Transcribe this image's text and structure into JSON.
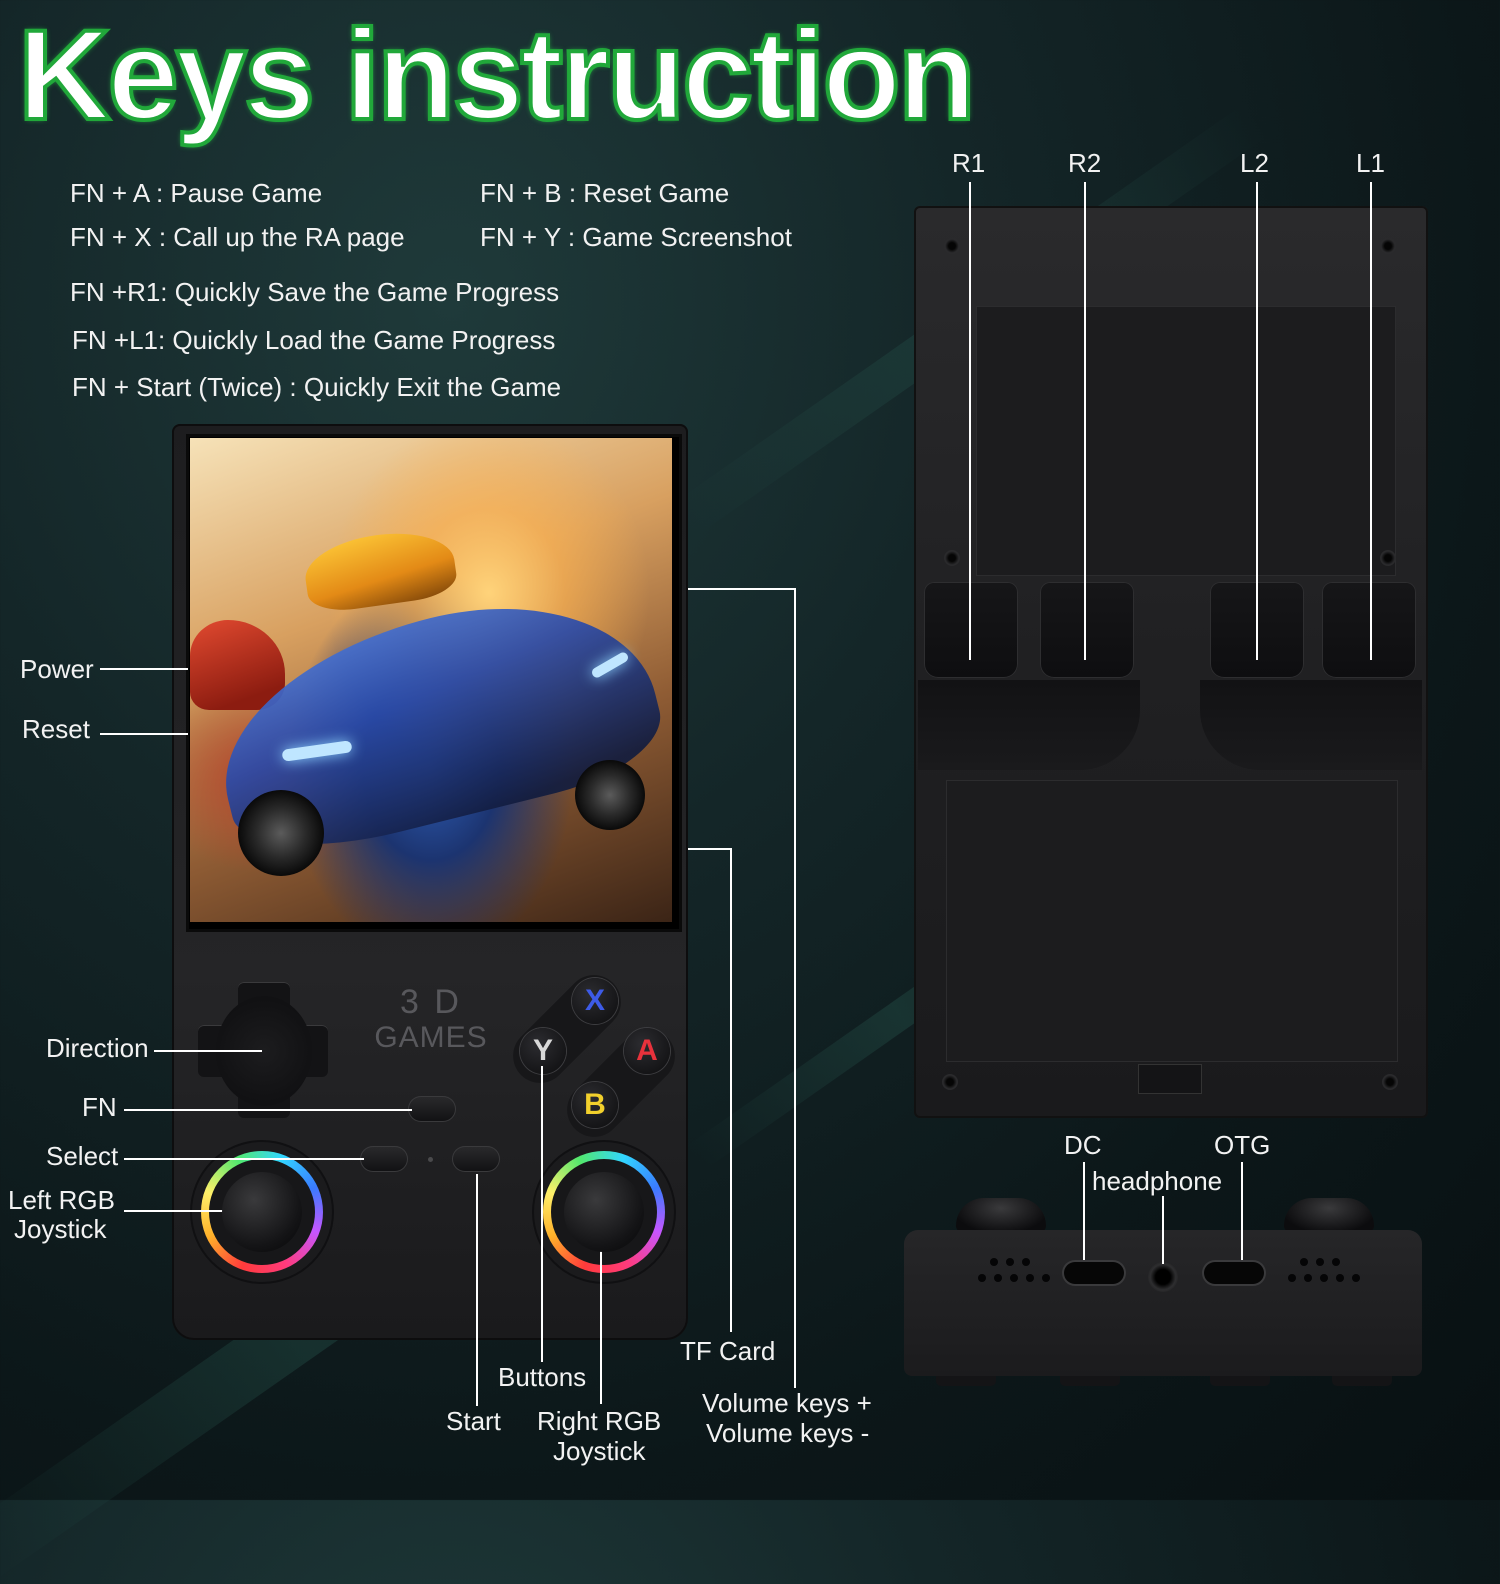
{
  "title": "Keys instruction",
  "combos": [
    "FN + A : Pause Game",
    "FN + B : Reset Game",
    "FN + X : Call up the RA page",
    "FN + Y : Game Screenshot",
    "FN +R1: Quickly Save the Game Progress",
    "FN +L1: Quickly Load the Game Progress",
    "FN + Start (Twice) : Quickly Exit the Game"
  ],
  "device_front": {
    "brand_line1": "3 D",
    "brand_line2": "GAMES",
    "face_buttons": {
      "x": "X",
      "y": "Y",
      "a": "A",
      "b": "B"
    },
    "labels": {
      "power": "Power",
      "reset": "Reset",
      "direction": "Direction",
      "fn": "FN",
      "select": "Select",
      "left_stick_1": "Left RGB",
      "left_stick_2": "Joystick",
      "start": "Start",
      "buttons": "Buttons",
      "right_stick_1": "Right RGB",
      "right_stick_2": "Joystick",
      "tf_card": "TF Card",
      "volume_up": "Volume keys +",
      "volume_down": "Volume keys -"
    }
  },
  "device_back": {
    "shoulder_labels": {
      "r1": "R1",
      "r2": "R2",
      "l2": "L2",
      "l1": "L1"
    }
  },
  "device_bottom": {
    "labels": {
      "dc": "DC",
      "headphone": "headphone",
      "otg": "OTG"
    }
  },
  "colors": {
    "title_outline": "#21a83a",
    "button_x": "#3d5be8",
    "button_y": "#d8d8d8",
    "button_a": "#e8323c",
    "button_b": "#f2d02c"
  }
}
